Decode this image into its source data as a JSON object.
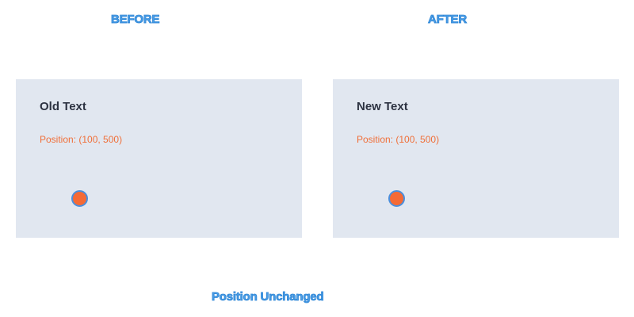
{
  "labels": {
    "before": "BEFORE",
    "after": "AFTER",
    "footer": "Position Unchanged"
  },
  "before_panel": {
    "title": "Old Text",
    "position_text": "Position: (100, 500)"
  },
  "after_panel": {
    "title": "New Text",
    "position_text": "Position: (100, 500)"
  },
  "colors": {
    "heading": "#4b9ee6",
    "panel_bg": "#e1e7f0",
    "title_text": "#2d3342",
    "position_text": "#f0703a",
    "marker_fill": "#f56a35",
    "marker_stroke": "#4b8fdc"
  }
}
